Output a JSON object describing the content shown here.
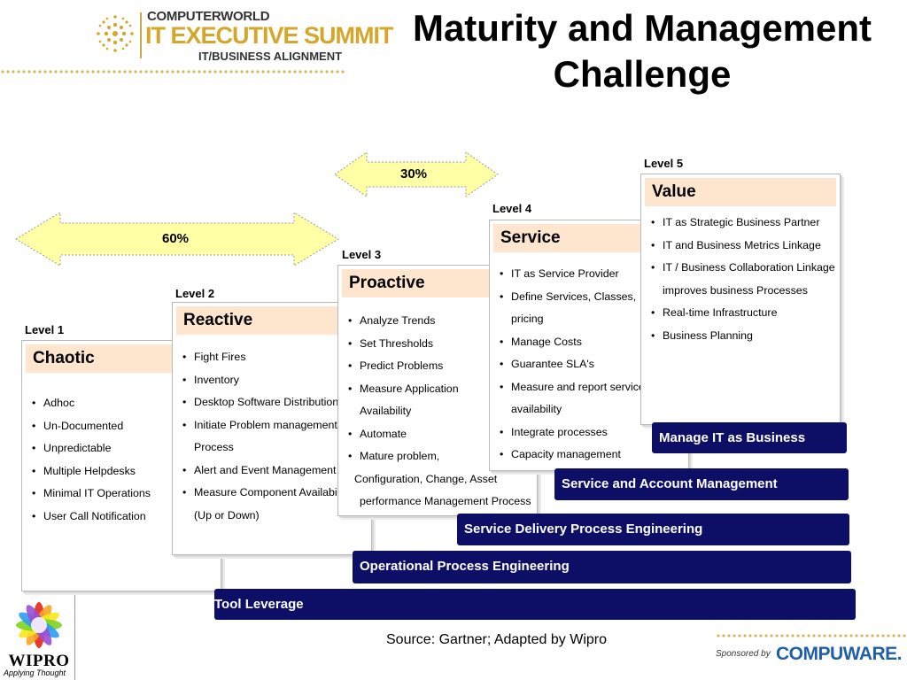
{
  "header": {
    "brand": "COMPUTERWORLD",
    "summit": "IT EXECUTIVE SUMMIT",
    "subtitle": "IT/BUSINESS ALIGNMENT",
    "title_line1": "Maturity and Management",
    "title_line2": "Challenge"
  },
  "arrows": {
    "left_pct": "60%",
    "right_pct": "30%",
    "fill_color": "#ffffa6"
  },
  "levels": [
    {
      "level_label": "Level 1",
      "heading": "Chaotic",
      "bullets": [
        "Adhoc",
        "Un-Documented",
        "Unpredictable",
        "Multiple Helpdesks",
        "Minimal IT Operations",
        "User Call Notification"
      ]
    },
    {
      "level_label": "Level 2",
      "heading": "Reactive",
      "bullets": [
        "Fight Fires",
        "Inventory",
        "Desktop Software Distribution",
        "Initiate Problem management",
        "Process",
        "Alert and Event Management",
        "Measure Component Availability",
        "(Up or Down)"
      ]
    },
    {
      "level_label": "Level 3",
      "heading": "Proactive",
      "bullets": [
        "Analyze Trends",
        "Set Thresholds",
        "Predict Problems",
        "Measure Application",
        "Availability",
        "Automate",
        "Mature problem,",
        "Configuration, Change, Asset",
        "performance Management Process"
      ]
    },
    {
      "level_label": "Level 4",
      "heading": "Service",
      "bullets": [
        "IT as Service Provider",
        "Define Services, Classes,",
        "pricing",
        "Manage Costs",
        "Guarantee SLA's",
        "Measure and report service",
        "availability",
        "Integrate processes",
        "Capacity management"
      ]
    },
    {
      "level_label": "Level 5",
      "heading": "Value",
      "bullets": [
        "IT as Strategic Business Partner",
        "IT and Business Metrics Linkage",
        "IT / Business Collaboration Linkage",
        "improves business Processes",
        "Real-time Infrastructure",
        "Business Planning"
      ]
    }
  ],
  "bars": [
    "Manage IT as Business",
    "Service and Account Management",
    "Service Delivery Process Engineering",
    "Operational Process Engineering",
    "Tool Leverage"
  ],
  "colors": {
    "bar": "#0d0f66",
    "box_header": "#fde6cd",
    "gold": "#d4a62a"
  },
  "source": "Source: Gartner; Adapted by Wipro",
  "footer": {
    "sponsored_by": "Sponsored by",
    "compuware": "COMPUWARE.",
    "wipro": "WIPRO",
    "wipro_tagline": "Applying Thought"
  }
}
